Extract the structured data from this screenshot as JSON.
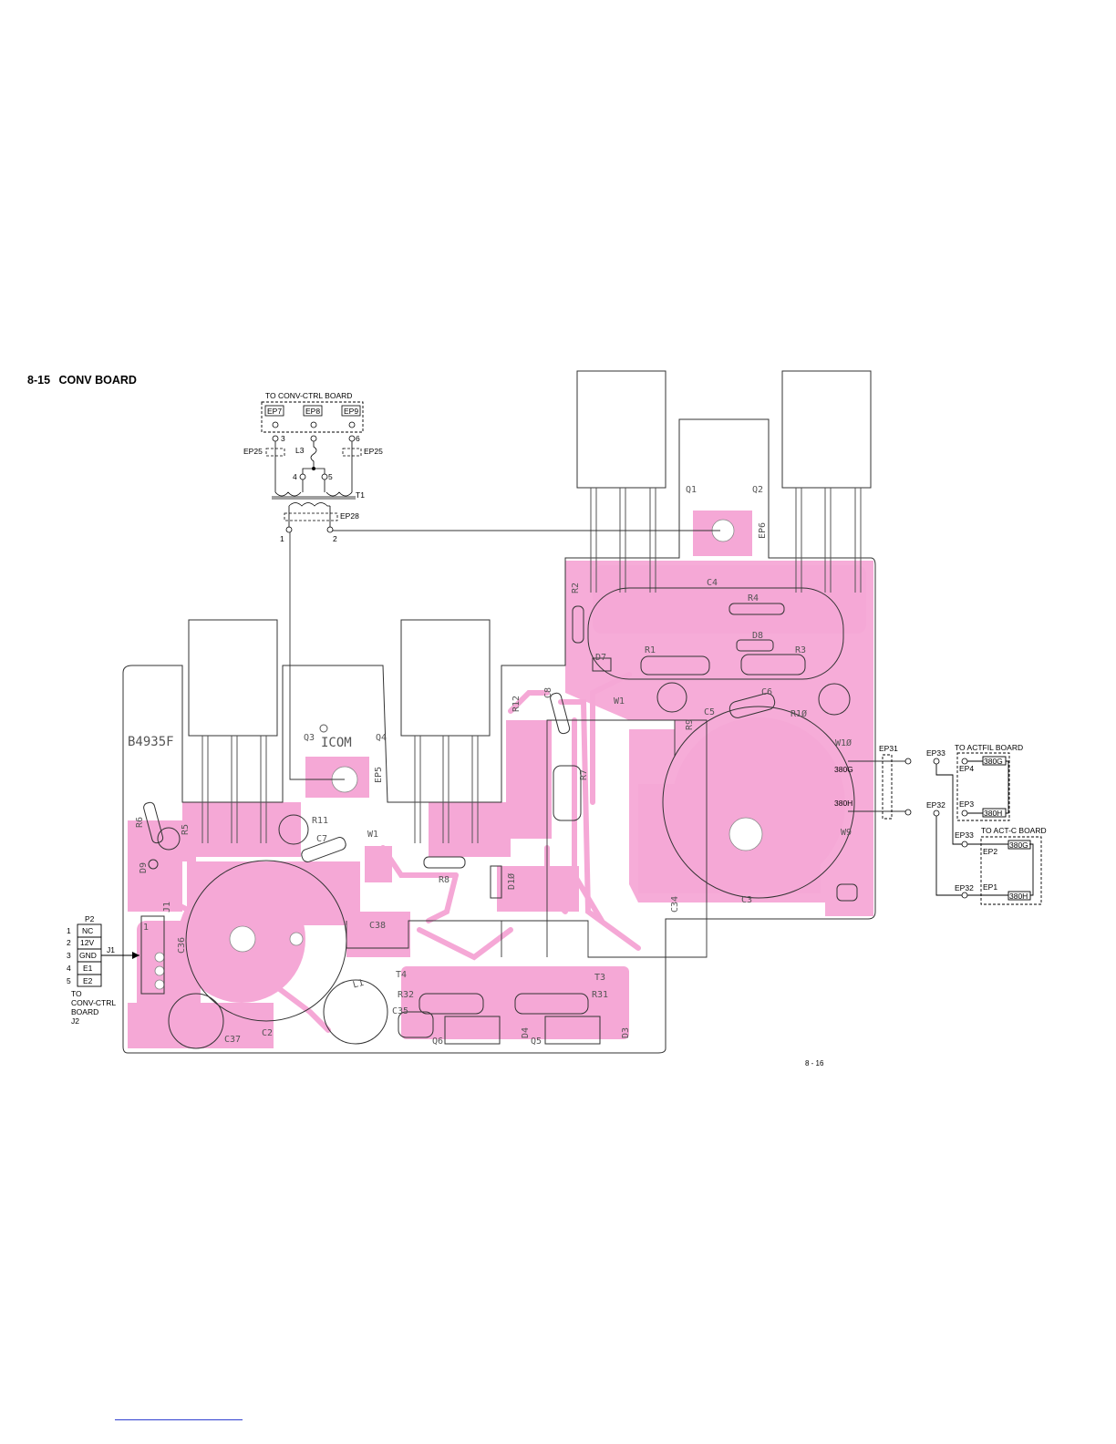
{
  "page": {
    "section_number": "8-15",
    "section_title": "CONV BOARD",
    "page_number": "8 - 16"
  },
  "colors": {
    "copper": "#f5a8d6",
    "outline": "#333333",
    "silkscreen": "#555555",
    "link": "#2f3fd0"
  },
  "schematic": {
    "to_ctrl_label": "TO CONV-CTRL BOARD",
    "ep7": "EP7",
    "ep8": "EP8",
    "ep9": "EP9",
    "ep25": "EP25",
    "ep28": "EP28",
    "l3": "L3",
    "t1": "T1",
    "pin3": "3",
    "pin6": "6",
    "pin4": "4",
    "pin5": "5",
    "pin1": "1",
    "pin2": "2"
  },
  "right_block": {
    "ep31": "EP31",
    "ep33": "EP33",
    "ep32": "EP32",
    "to_actfil": "TO ACTFIL BOARD",
    "to_actc": "TO ACT-C BOARD",
    "ep4": "EP4",
    "ep3": "EP3",
    "ep2": "EP2",
    "ep1": "EP1",
    "n380g": "380G",
    "n380h": "380H"
  },
  "connector_p2": {
    "name": "P2",
    "pins": [
      {
        "num": "1",
        "signal": "NC"
      },
      {
        "num": "2",
        "signal": "12V"
      },
      {
        "num": "3",
        "signal": "GND"
      },
      {
        "num": "4",
        "signal": "E1"
      },
      {
        "num": "5",
        "signal": "E2"
      }
    ],
    "j1": "J1",
    "to_lines": [
      "TO",
      "CONV-CTRL",
      "BOARD",
      "J2"
    ]
  },
  "board": {
    "part_number": "B4935F",
    "logo": "ICOM",
    "components": {
      "q1": "Q1",
      "q2": "Q2",
      "q3": "Q3",
      "q4": "Q4",
      "q5": "Q5",
      "q6": "Q6",
      "r1": "R1",
      "r2": "R2",
      "r3": "R3",
      "r4": "R4",
      "r5": "R5",
      "r6": "R6",
      "r7": "R7",
      "r8": "R8",
      "r9": "R9",
      "r10": "R1Ø",
      "r11": "R11",
      "r12": "R12",
      "r31": "R31",
      "r32": "R32",
      "c2": "C2",
      "c3": "C3",
      "c4": "C4",
      "c5": "C5",
      "c6": "C6",
      "c7": "C7",
      "c8": "C8",
      "c34": "C34",
      "c35": "C35",
      "c36": "C36",
      "c37": "C37",
      "c38": "C38",
      "d3": "D3",
      "d4": "D4",
      "d7": "D7",
      "d8": "D8",
      "d9": "D9",
      "d10": "D1Ø",
      "w1a": "W1",
      "w1b": "W1",
      "w9": "W9",
      "w10": "W1Ø",
      "l1": "L1",
      "t3": "T3",
      "t4": "T4",
      "j1": "J1",
      "j1pin": "1",
      "ep5": "EP5",
      "ep6": "EP6",
      "n380g": "380G",
      "n380h": "380H"
    }
  }
}
